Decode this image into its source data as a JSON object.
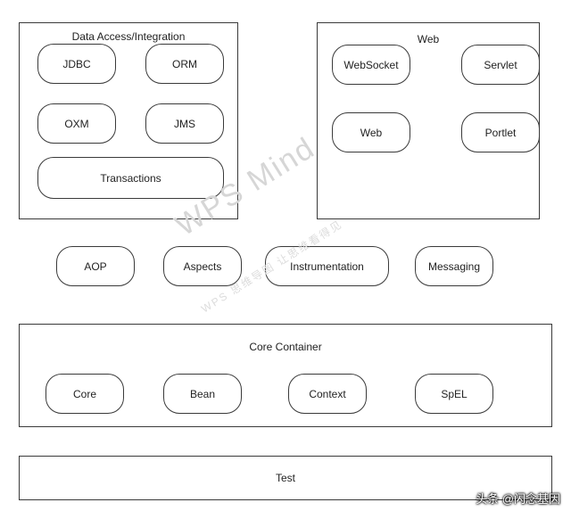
{
  "data_access": {
    "title": "Data Access/Integration",
    "items": [
      "JDBC",
      "ORM",
      "OXM",
      "JMS",
      "Transactions"
    ]
  },
  "web": {
    "title": "Web",
    "items": [
      "WebSocket",
      "Servlet",
      "Web",
      "Portlet"
    ]
  },
  "middle": {
    "items": [
      "AOP",
      "Aspects",
      "Instrumentation",
      "Messaging"
    ]
  },
  "core_container": {
    "title": "Core Container",
    "items": [
      "Core",
      "Bean",
      "Context",
      "SpEL"
    ]
  },
  "test": {
    "label": "Test"
  },
  "watermark": {
    "text": "WPS Mind",
    "subtext": "WPS 思维导图 让思维看得见"
  },
  "credit": "头条 @闪念基因"
}
